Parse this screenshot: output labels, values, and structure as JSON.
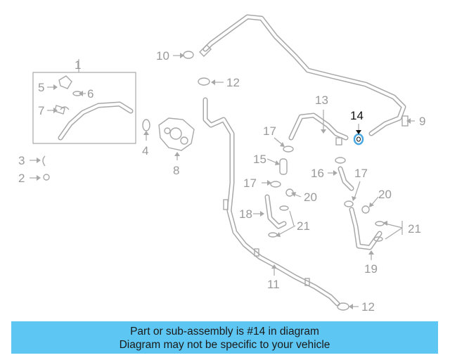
{
  "diagram": {
    "highlight_color": "#4aa8e0",
    "callouts": [
      "1",
      "2",
      "3",
      "4",
      "5",
      "6",
      "7",
      "8",
      "9",
      "10",
      "11",
      "12",
      "12",
      "13",
      "14",
      "15",
      "16",
      "17",
      "17",
      "17",
      "18",
      "19",
      "20",
      "20",
      "21",
      "21"
    ]
  },
  "banner": {
    "line1": "Part or sub-assembly is #14 in diagram",
    "line2": "Diagram may not be specific to your vehicle",
    "color": "#5ec6f2"
  }
}
